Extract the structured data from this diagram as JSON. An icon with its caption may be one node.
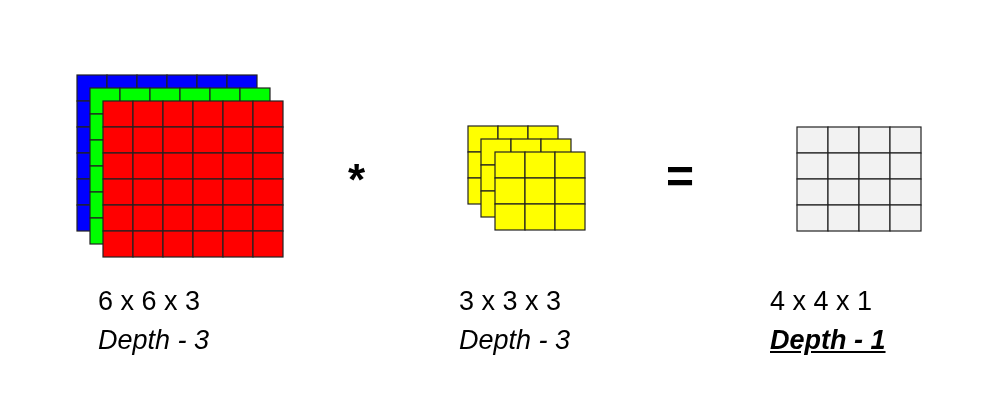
{
  "diagram": {
    "labels": [
      "*",
      "=",
      "6 x 6 x 3",
      "3 x 3 x 3",
      "4 x 4 x 1",
      "Depth - 3",
      "Depth - 3",
      "Depth - 1"
    ]
  }
}
